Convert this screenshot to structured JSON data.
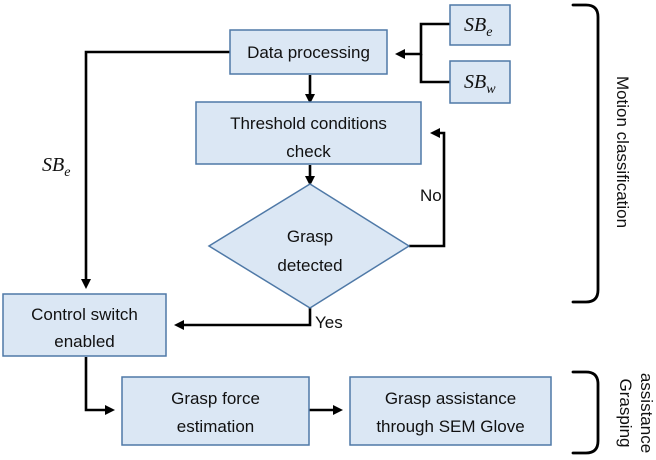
{
  "nodes": {
    "data_processing": {
      "label": "Data processing"
    },
    "threshold_check": {
      "line1": "Threshold conditions",
      "line2": "check"
    },
    "grasp_detected": {
      "line1": "Grasp",
      "line2": "detected"
    },
    "control_switch": {
      "line1": "Control switch",
      "line2": "enabled"
    },
    "grasp_force": {
      "line1": "Grasp force",
      "line2": "estimation"
    },
    "grasp_assistance": {
      "line1": "Grasp assistance",
      "line2": "through SEM Glove"
    }
  },
  "inputs": {
    "sb_e": {
      "base": "SB",
      "sub": "e"
    },
    "sb_w": {
      "base": "SB",
      "sub": "w"
    }
  },
  "edge_labels": {
    "left_signal": {
      "base": "SB",
      "sub": "e"
    },
    "no": "No",
    "yes": "Yes"
  },
  "groups": {
    "motion_classification": "Motion classification",
    "grasping_assistance": {
      "line1": "Grasping",
      "line2": "assistance"
    }
  }
}
